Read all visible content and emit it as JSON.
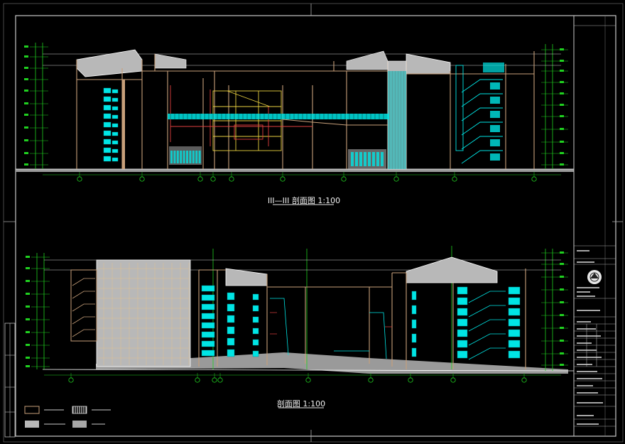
{
  "drawing": {
    "background": "#000000",
    "colors": {
      "frame": "#c8c8c8",
      "wall": "#c8a07a",
      "fill_gray": "#b8b8b8",
      "cyan": "#00e5e5",
      "yellow": "#e8d040",
      "green": "#20d020",
      "red": "#e04040",
      "white": "#ffffff"
    }
  },
  "section_upper": {
    "title": "III—III 剖面图 1:100"
  },
  "section_lower": {
    "title": "剖面图 1:100"
  },
  "legend": {
    "items": [
      {
        "icon": "legend-swatch-outline"
      },
      {
        "icon": "legend-swatch-gray"
      },
      {
        "icon": "legend-swatch-hatch"
      },
      {
        "icon": "legend-swatch-light"
      }
    ]
  },
  "title_block": {
    "logo": "institute-seal-icon"
  }
}
